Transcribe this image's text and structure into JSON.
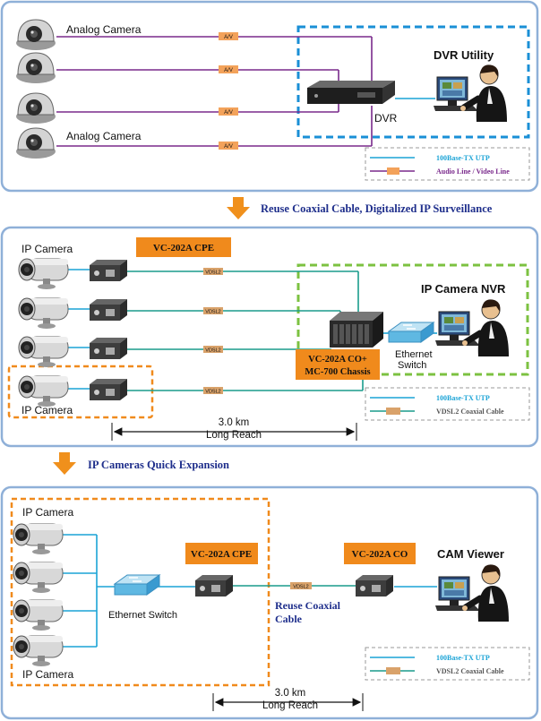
{
  "colors": {
    "panel_border": "#8fb0d8",
    "utp": "#1aa3d6",
    "av": "#7a2a8c",
    "coax": "#1a9c8c",
    "orange": "#f08a1c",
    "green_dash": "#7cc241",
    "blue_dash": "#1a8fd6",
    "arrow": "#f0901c",
    "heading": "#1f2f8c"
  },
  "panel1": {
    "camera_label_top": "Analog Camera",
    "camera_label_bottom": "Analog Camera",
    "av_tag": "A/V",
    "dvr_label": "DVR",
    "utility_title": "DVR Utility",
    "legend_utp": "100Base-TX UTP",
    "legend_av": "Audio Line / Video Line"
  },
  "transition1": "Reuse Coaxial Cable, Digitalized IP Surveillance",
  "panel2": {
    "ip_camera_top": "IP Camera",
    "ip_camera_bottom": "IP Camera",
    "cpe_label": "VC-202A CPE",
    "co_label_line1": "VC-202A CO+",
    "co_label_line2": "MC-700 Chassis",
    "vdsl_tag": "VDSL2",
    "switch_line1": "Ethernet",
    "switch_line2": "Switch",
    "nvr_title": "IP Camera NVR",
    "distance": "3.0 km",
    "reach": "Long Reach",
    "legend_utp": "100Base-TX UTP",
    "legend_vdsl": "VDSL2 Coaxial Cable"
  },
  "transition2": "IP Cameras Quick Expansion",
  "panel3": {
    "ip_camera_top": "IP Camera",
    "ip_camera_bottom": "IP Camera",
    "switch_label": "Ethernet Switch",
    "cpe_label": "VC-202A CPE",
    "co_label": "VC-202A CO",
    "vdsl_tag": "VDSL2",
    "reuse_line1": "Reuse Coaxial",
    "reuse_line2": "Cable",
    "viewer_title": "CAM Viewer",
    "distance": "3.0 km",
    "reach": "Long Reach",
    "legend_utp": "100Base-TX UTP",
    "legend_vdsl": "VDSL2 Coaxial Cable"
  },
  "icons": [
    "analog-dome-camera-icon",
    "ip-bullet-camera-icon",
    "vdsl-converter-icon",
    "dvr-icon",
    "nvr-chassis-icon",
    "ethernet-switch-icon",
    "operator-workstation-icon",
    "down-arrow-icon"
  ]
}
